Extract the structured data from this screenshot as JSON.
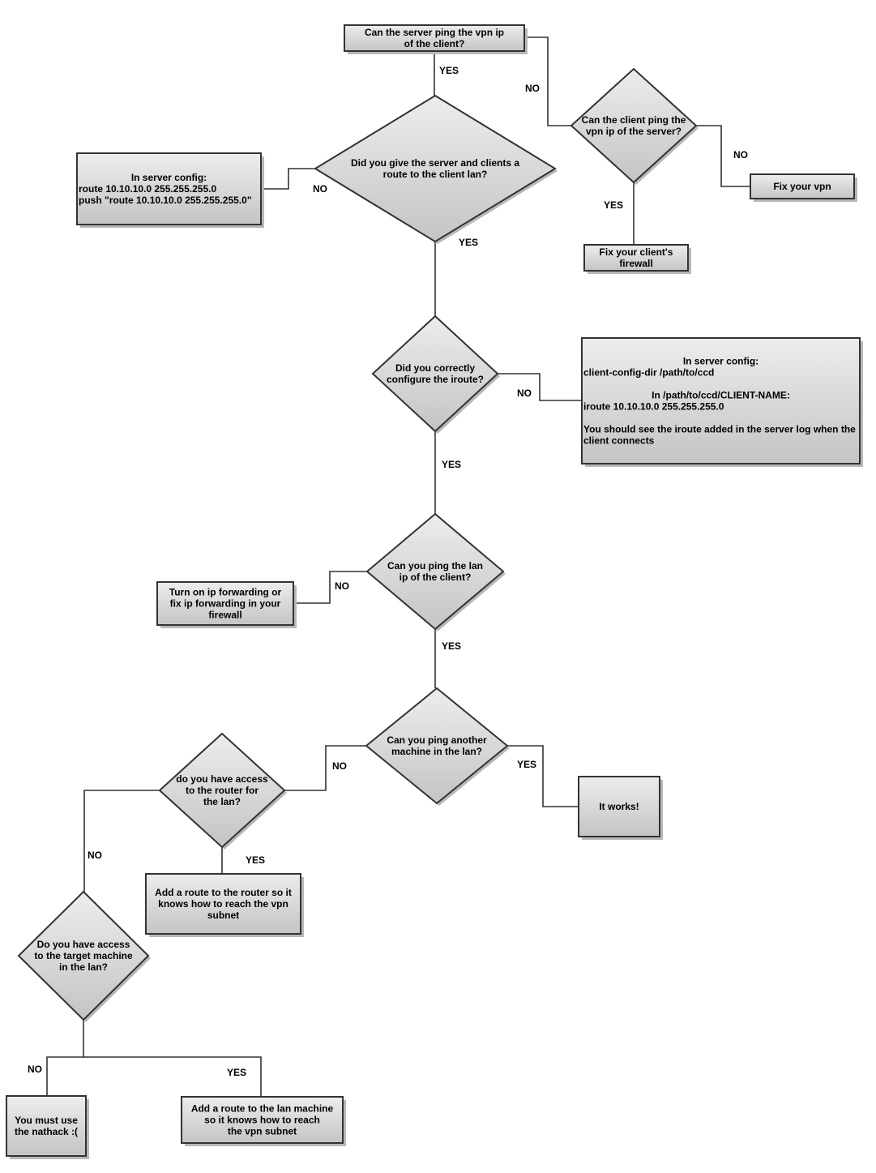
{
  "colors": {
    "node_fill_light": "#ededed",
    "node_fill_dark": "#c4c4c4",
    "stroke": "#333333",
    "shadow": "#b8b8b8"
  },
  "nodes": {
    "n1": [
      "Can the server ping the vpn ip",
      "of the client?"
    ],
    "n2": [
      "Can the client ping the",
      "vpn ip of the server?"
    ],
    "n3": [
      "Fix your vpn"
    ],
    "n4": [
      "Fix your client's",
      "firewall"
    ],
    "n5": [
      "Did you give the server and clients a",
      "route to the client lan?"
    ],
    "n6": [
      "In server config:",
      "route 10.10.10.0 255.255.255.0",
      "push \"route 10.10.10.0 255.255.255.0\""
    ],
    "n7": [
      "Did you correctly",
      "configure the iroute?"
    ],
    "n8": [
      "In server config:",
      "client-config-dir /path/to/ccd",
      "",
      "In /path/to/ccd/CLIENT-NAME:",
      "iroute 10.10.10.0 255.255.255.0",
      "",
      "You should see the iroute added in the server log when the",
      "client connects"
    ],
    "n9": [
      "Can you ping the lan",
      "ip of the client?"
    ],
    "n10": [
      "Turn on ip forwarding or",
      "fix ip forwarding in your",
      "firewall"
    ],
    "n11": [
      "Can you ping another",
      "machine in the lan?"
    ],
    "n12": [
      "It works!"
    ],
    "n13": [
      "do you have access",
      "to the router for",
      "the lan?"
    ],
    "n14": [
      "Add a route to the router so it",
      "knows how to reach the vpn",
      "subnet"
    ],
    "n15": [
      "Do you have access",
      "to the target machine",
      "in the lan?"
    ],
    "n16": [
      "You must use",
      "the nathack :("
    ],
    "n17": [
      "Add a route to the lan machine",
      "so it knows how to reach",
      "the vpn subnet"
    ]
  },
  "edges": {
    "e1": "YES",
    "e2": "NO",
    "e3": "NO",
    "e4": "YES",
    "e5": "NO",
    "e6": "YES",
    "e7": "NO",
    "e8": "YES",
    "e9": "NO",
    "e10": "YES",
    "e11": "YES",
    "e12": "NO",
    "e13": "YES",
    "e14": "NO",
    "e15": "NO",
    "e16": "YES"
  }
}
